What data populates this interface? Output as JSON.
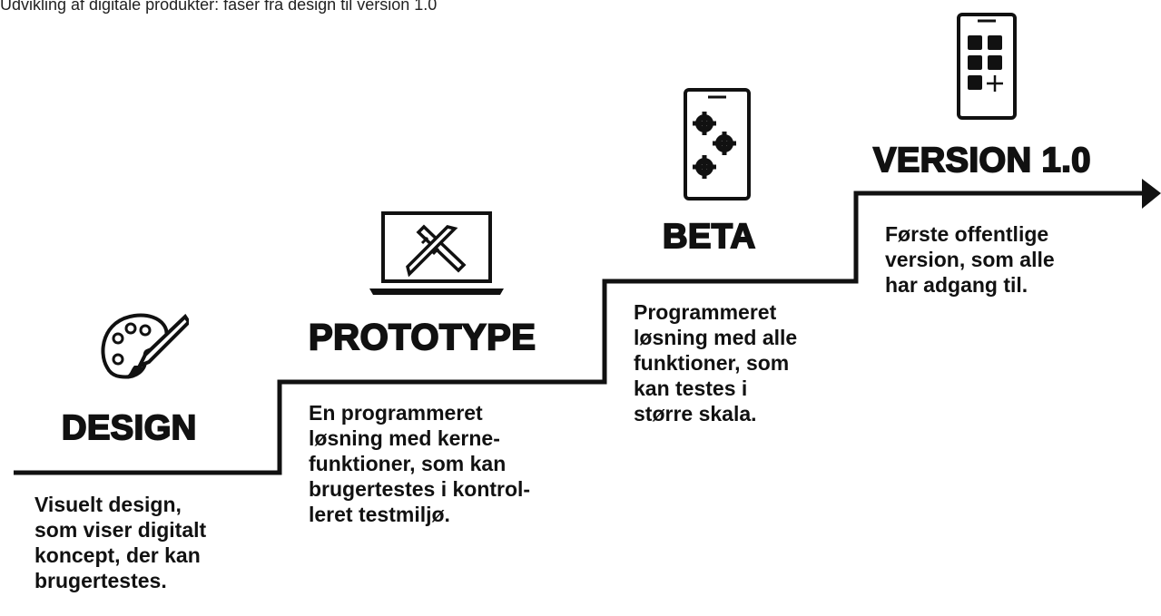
{
  "note": "Udvikling af digitale produkter: faser fra design til version 1.0",
  "stages": [
    {
      "title": "DESIGN",
      "icon": "palette-icon",
      "description": "Visuelt design,\nsom viser digitalt\nkoncept, der kan\nbrugertestes."
    },
    {
      "title": "PROTOTYPE",
      "icon": "laptop-tools-icon",
      "description": "En programmeret\nløsning med kerne-\nfunktioner, som kan\nbrugertestes i kontrol-\nleret testmiljø."
    },
    {
      "title": "BETA",
      "icon": "phone-gears-icon",
      "description": "Programmeret\nløsning med alle\nfunktioner, som\nkan testes i\nstørre skala."
    },
    {
      "title": "VERSION 1.0",
      "icon": "phone-apps-icon",
      "description": "Første offentlige\nversion, som alle\nhar adgang til."
    }
  ]
}
